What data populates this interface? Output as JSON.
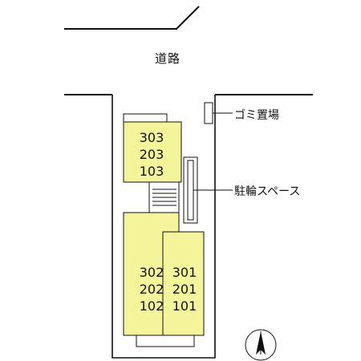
{
  "road": {
    "label": "道路"
  },
  "facilities": {
    "trash": "ゴミ置場",
    "bicycle": "駐輪スペース"
  },
  "units": {
    "stack_a": [
      "303",
      "203",
      "103"
    ],
    "stack_b": [
      "302",
      "202",
      "102"
    ],
    "stack_c": [
      "301",
      "201",
      "101"
    ]
  },
  "colors": {
    "unit_fill": "#f4f49a",
    "line": "#111111",
    "background": "#ffffff"
  },
  "icons": {
    "north": "north-arrow-icon"
  }
}
